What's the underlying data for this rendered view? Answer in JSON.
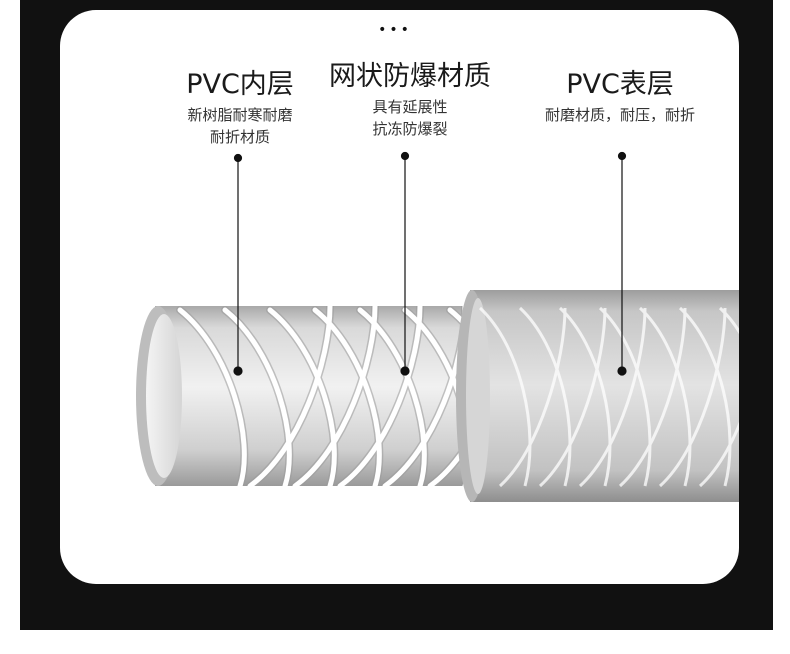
{
  "labels": {
    "inner": {
      "title": "PVC内层",
      "desc_line1": "新树脂耐寒耐磨",
      "desc_line2": "耐折材质"
    },
    "mesh": {
      "title": "网状防爆材质",
      "desc_line1": "具有延展性",
      "desc_line2": "抗冻防爆裂"
    },
    "outer": {
      "title": "PVC表层",
      "desc_line1": "耐磨材质，耐压，耐折"
    }
  },
  "top_marker": "•••",
  "colors": {
    "frame": "#111111",
    "card": "#ffffff",
    "tube_light": "#e9e9e9",
    "tube_mid": "#bdbdbd",
    "tube_dark": "#8f8f8f",
    "braid": "#ffffff",
    "pointer": "#111111"
  }
}
